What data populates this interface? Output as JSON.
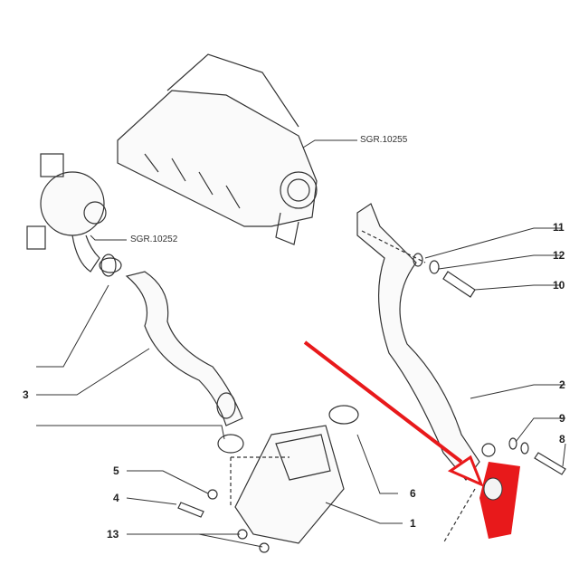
{
  "references": {
    "manifold": "SGR.10255",
    "turbo": "SGR.10252"
  },
  "callouts": [
    "11",
    "12",
    "10",
    "2",
    "9",
    "8",
    "3",
    "1",
    "6",
    "5",
    "4",
    "13"
  ],
  "colors": {
    "highlight": "#e8191b",
    "line": "#333333"
  }
}
